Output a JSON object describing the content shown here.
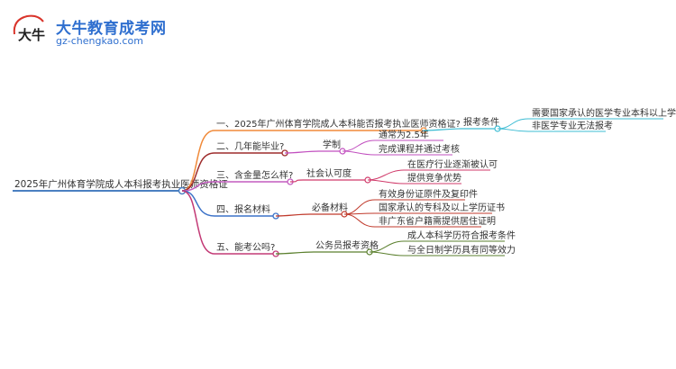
{
  "logo": {
    "title": "大牛教育成考网",
    "url": "gz-chengkao.com",
    "mark": "大牛",
    "accent": "#2f6fcf",
    "mark_color": "#d9342b"
  },
  "root": {
    "label": "2025年广州体育学院成人本科报考执业医师资格证",
    "color": "#4a7fc1"
  },
  "branches": [
    {
      "label": "一、2025年广州体育学院成人本科能否报考执业医师资格证?",
      "color": "#f08a3a",
      "mid": "报考条件",
      "mid_color": "#3cbcd3",
      "leaves": [
        "需要国家承认的医学专业本科以上学历",
        "非医学专业无法报考"
      ]
    },
    {
      "label": "二、几年能毕业?",
      "color": "#9e2c2c",
      "mid": "学制",
      "mid_color": "#c14fbf",
      "leaves": [
        "通常为2.5年",
        "完成课程并通过考核"
      ]
    },
    {
      "label": "三、含金量怎么样?",
      "color": "#c35bbf",
      "mid": "社会认可度",
      "mid_color": "#d03a6a",
      "leaves": [
        "在医疗行业逐渐被认可",
        "提供竞争优势"
      ]
    },
    {
      "label": "四、报名材料",
      "color": "#3c72c8",
      "mid": "必备材料",
      "mid_color": "#c0392b",
      "leaves": [
        "有效身份证原件及复印件",
        "国家承认的专科及以上学历证书",
        "非广东省户籍需提供居住证明"
      ]
    },
    {
      "label": "五、能考公吗?",
      "color": "#c33a76",
      "mid": "公务员报考资格",
      "mid_color": "#5a7f2d",
      "leaves": [
        "成人本科学历符合报考条件",
        "与全日制学历具有同等效力"
      ]
    }
  ]
}
